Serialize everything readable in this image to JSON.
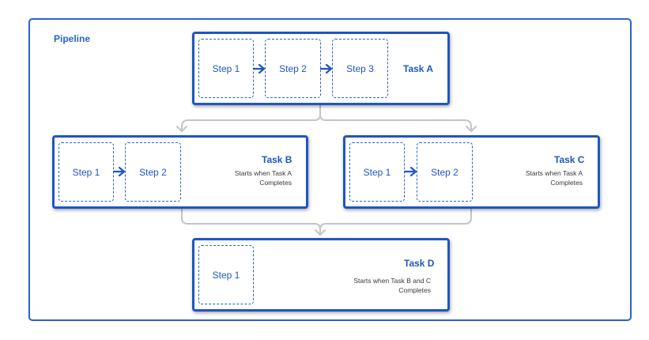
{
  "pipeline": {
    "label": "Pipeline"
  },
  "tasks": {
    "a": {
      "title": "Task A",
      "steps": [
        "Step 1",
        "Step 2",
        "Step 3"
      ]
    },
    "b": {
      "title": "Task B",
      "subtitle_line1": "Starts when Task A",
      "subtitle_line2": "Completes",
      "steps": [
        "Step 1",
        "Step 2"
      ]
    },
    "c": {
      "title": "Task C",
      "subtitle_line1": "Starts when Task A",
      "subtitle_line2": "Completes",
      "steps": [
        "Step 1",
        "Step 2"
      ]
    },
    "d": {
      "title": "Task D",
      "subtitle_line1": "Starts when Task B and C",
      "subtitle_line2": "Completes",
      "steps": [
        "Step 1"
      ]
    }
  },
  "colors": {
    "accent": "#1f56c2",
    "connector": "#c4c4c4"
  }
}
